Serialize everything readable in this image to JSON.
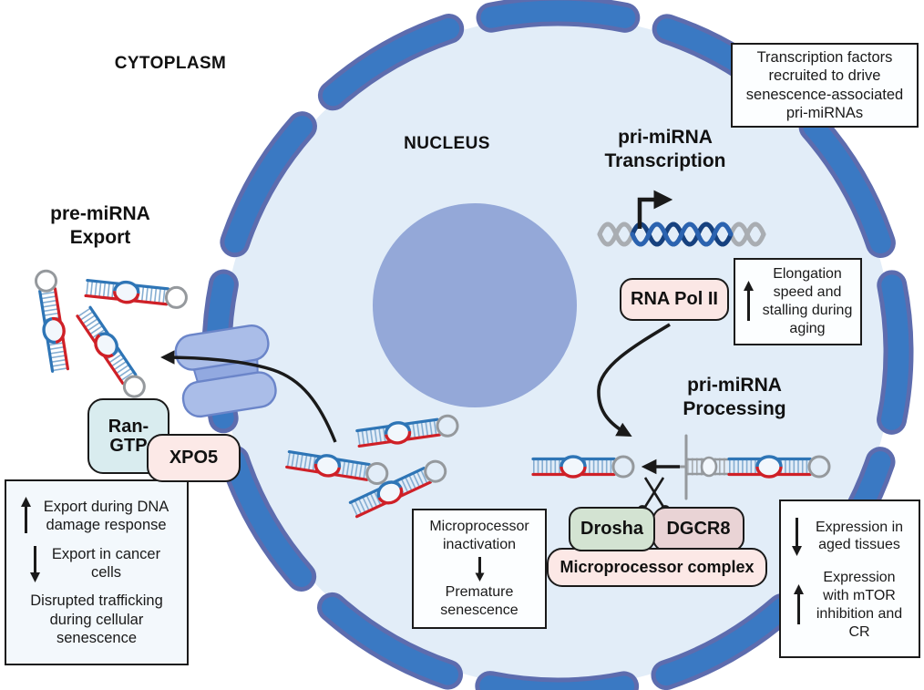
{
  "labels": {
    "cytoplasm": "CYTOPLASM",
    "nucleus": "NUCLEUS",
    "transcription_heading": "pri-miRNA\nTranscription",
    "processing_heading": "pri-miRNA\nProcessing",
    "export_heading": "pre-miRNA\nExport"
  },
  "molecules": {
    "rna_pol_ii": "RNA Pol II",
    "drosha": "Drosha",
    "dgcr8": "DGCR8",
    "microprocessor_complex": "Microprocessor complex",
    "ran_gtp": "Ran-\nGTP",
    "xpo5": "XPO5"
  },
  "notes": {
    "transcription_factors": "Transcription factors recruited to drive senescence-associated pri-miRNAs",
    "elongation": {
      "arrow": "up",
      "text": "Elongation speed and stalling during aging"
    },
    "expression": [
      {
        "arrow": "down",
        "text": "Expression in aged tissues"
      },
      {
        "arrow": "up",
        "text": "Expression with mTOR inhibition and CR"
      }
    ],
    "microprocessor_inactivation": {
      "cause": "Microprocessor inactivation",
      "arrow": "down",
      "effect": "Premature senescence"
    },
    "export": [
      {
        "arrow": "up",
        "text": "Export during DNA damage response"
      },
      {
        "arrow": "down",
        "text": "Export in cancer cells"
      },
      {
        "arrow": "none",
        "text": "Disrupted trafficking during cellular senescence"
      }
    ]
  },
  "icons": [
    "up-arrow-icon",
    "down-arrow-icon",
    "scissors-icon",
    "transcription-start-arrow-icon"
  ],
  "colors": {
    "envelope_fill": "#3a79c3",
    "envelope_outline": "#5d6cae",
    "nucleus_fill": "#e2edf8",
    "nucleolus": "#94a8d8",
    "pore_fill": "#aabde8",
    "pore_outline": "#6b85c9",
    "rna_blue": "#2e75b6",
    "rna_red": "#cf2027",
    "rna_gray": "#95999d",
    "dna_blue_dark": "#16417f",
    "dna_blue": "#2b63b0",
    "dna_gray": "#a9adb2",
    "pill_pink": "#fbe7e5",
    "pill_green": "#d3e3d2",
    "pill_mauve": "#e9d3d5",
    "pill_cyan": "#d9ecef",
    "note_bg": "#fcfeff",
    "export_note_bg": "#f3f8fc",
    "arrow_black": "#1a1a1a"
  }
}
